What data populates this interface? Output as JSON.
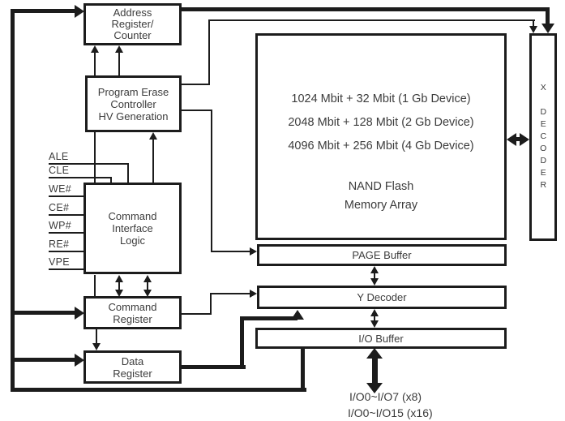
{
  "colors": {
    "line": "#1c1c1c",
    "text": "#3c3c3c",
    "background": "#ffffff"
  },
  "blocks": {
    "address_register": "Address\nRegister/\nCounter",
    "program_erase_controller": "Program Erase\nController\nHV Generation",
    "command_interface_logic": "Command\nInterface\nLogic",
    "command_register": "Command\nRegister",
    "data_register": "Data\nRegister",
    "page_buffer": "PAGE Buffer",
    "y_decoder": "Y Decoder",
    "io_buffer": "I/O Buffer",
    "x_decoder": "X DECODER"
  },
  "memory_array": {
    "capacities": [
      "1024 Mbit + 32 Mbit (1 Gb Device)",
      "2048 Mbit + 128 Mbit (2 Gb Device)",
      "4096 Mbit + 256 Mbit (4 Gb Device)"
    ],
    "name": "NAND Flash\nMemory Array"
  },
  "signals": [
    "ALE",
    "CLE",
    "WE#",
    "CE#",
    "WP#",
    "RE#",
    "VPE"
  ],
  "io_pins": [
    "I/O0~I/O7 (x8)",
    "I/O0~I/O15 (x16)"
  ]
}
